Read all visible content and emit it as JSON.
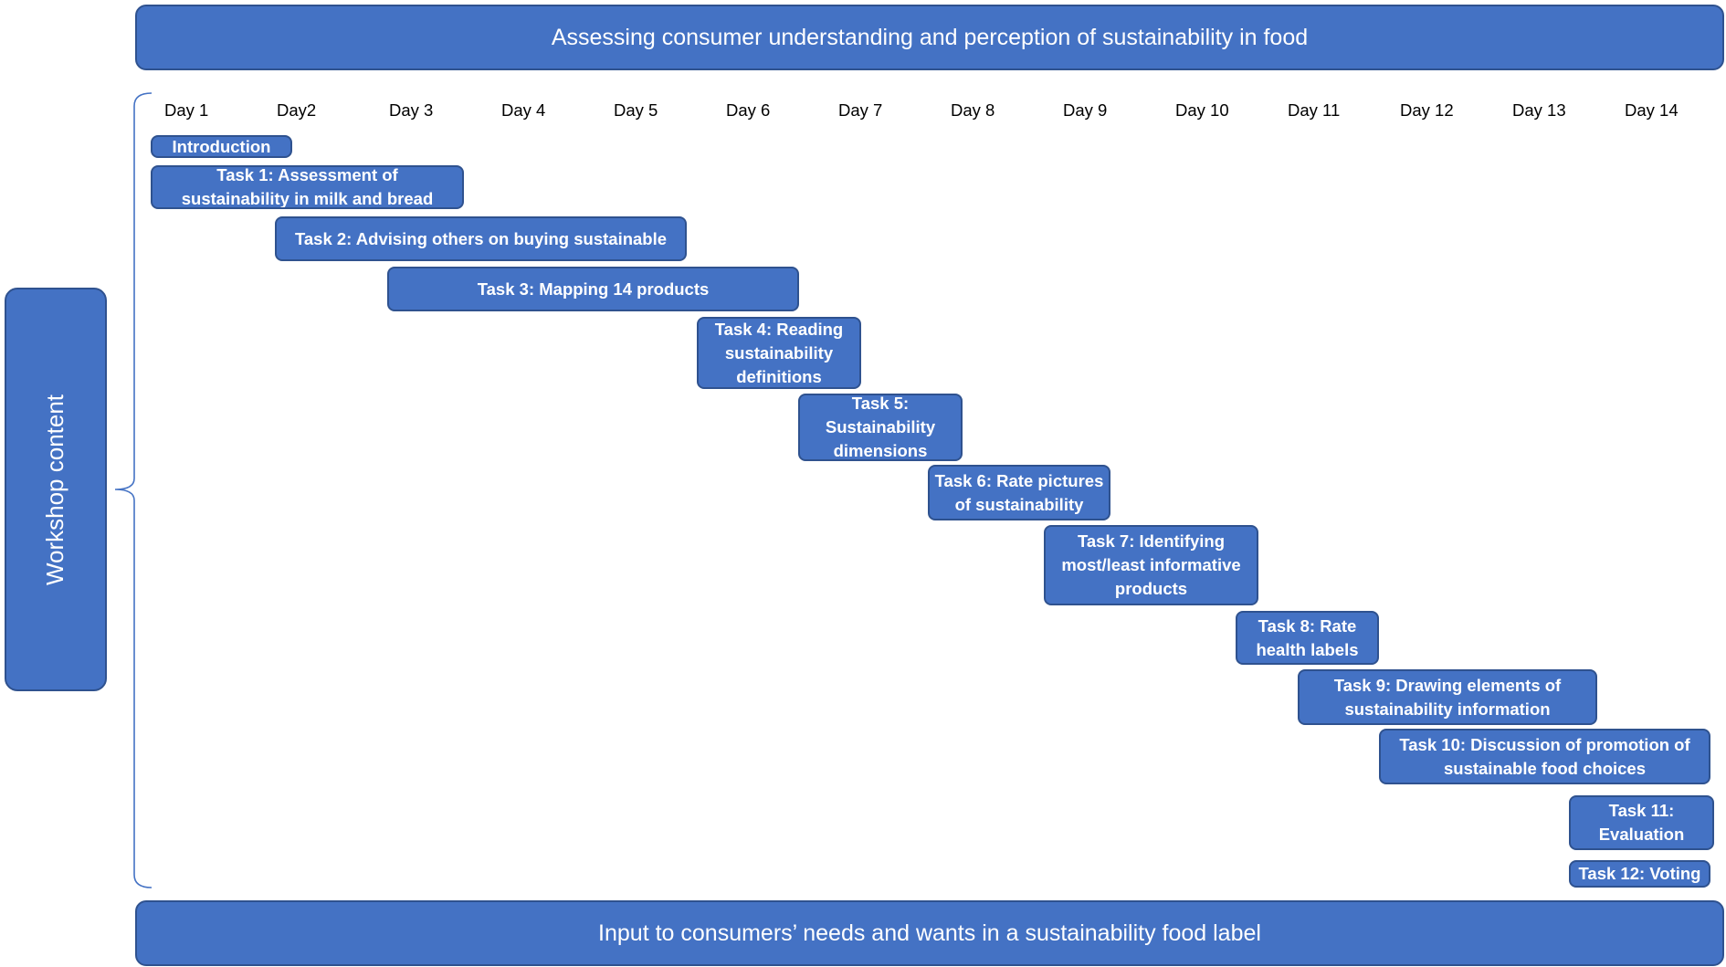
{
  "title": "Assessing consumer understanding and perception of sustainability in food",
  "side_label": "Workshop content",
  "footer": "Input to consumers’ needs and wants in a sustainability food label",
  "days": [
    "Day 1",
    "Day2",
    "Day 3",
    "Day 4",
    "Day 5",
    "Day 6",
    "Day 7",
    "Day 8",
    "Day 9",
    "Day 10",
    "Day 11",
    "Day 12",
    "Day 13",
    "Day 14"
  ],
  "tasks": [
    {
      "label": "Introduction"
    },
    {
      "label": "Task 1: Assessment of\nsustainability in milk and bread"
    },
    {
      "label": "Task 2: Advising others on buying sustainable"
    },
    {
      "label": "Task 3: Mapping 14 products"
    },
    {
      "label": "Task 4: Reading\nsustainability\ndefinitions"
    },
    {
      "label": "Task 5:\nSustainability\ndimensions"
    },
    {
      "label": "Task 6: Rate pictures\nof sustainability"
    },
    {
      "label": "Task 7: Identifying\nmost/least informative\nproducts"
    },
    {
      "label": "Task 8: Rate\nhealth labels"
    },
    {
      "label": "Task 9: Drawing elements of\nsustainability information"
    },
    {
      "label": "Task 10: Discussion of promotion of\nsustainable food choices"
    },
    {
      "label": "Task 11:\nEvaluation"
    },
    {
      "label": "Task 12: Voting"
    }
  ],
  "colors": {
    "box_fill": "#4472C4",
    "box_border": "#2F528F",
    "bracket": "#4472C4"
  }
}
